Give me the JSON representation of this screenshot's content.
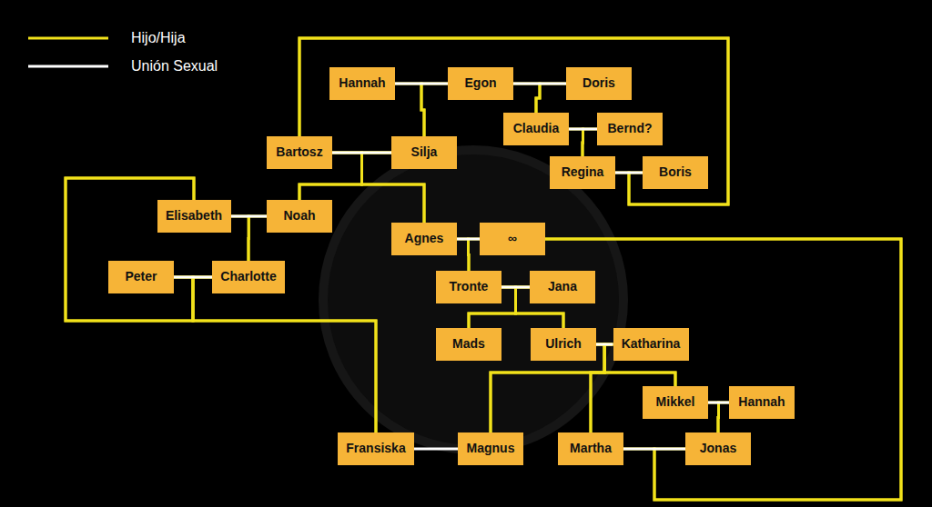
{
  "diagram": {
    "nodes": [
      {
        "text": [
          "Hannah"
        ]
      },
      {
        "text": [
          "Egon"
        ]
      },
      {
        "text": [
          "Doris"
        ]
      },
      {
        "text": [
          "Claudia"
        ]
      },
      {
        "text": [
          "Bernd?"
        ]
      },
      {
        "text": [
          "Bartosz"
        ]
      },
      {
        "text": [
          "Silja"
        ]
      },
      {
        "text": [
          "Regina"
        ]
      },
      {
        "text": [
          "Boris"
        ]
      },
      {
        "text": [
          "Elisabeth"
        ]
      },
      {
        "text": [
          "Noah"
        ]
      },
      {
        "text": [
          "Agnes"
        ]
      },
      {
        "text": [
          "∞"
        ]
      },
      {
        "text": [
          "Peter"
        ]
      },
      {
        "text": [
          "Charlotte"
        ]
      },
      {
        "text": [
          "Tronte"
        ]
      },
      {
        "text": [
          "Jana"
        ]
      },
      {
        "text": [
          "Mads"
        ]
      },
      {
        "text": [
          "Ulrich"
        ]
      },
      {
        "text": [
          "Katharina"
        ]
      },
      {
        "text": [
          "Mikkel"
        ]
      },
      {
        "text": [
          "Hannah"
        ]
      },
      {
        "text": [
          "Fransiska"
        ]
      },
      {
        "text": [
          "Magnus"
        ]
      },
      {
        "text": [
          "Martha"
        ]
      },
      {
        "text": [
          "Jonas"
        ]
      }
    ],
    "edges": [
      {
        "from": 0,
        "to": 1,
        "arrow": "none"
      },
      {
        "from": 1,
        "to": 2,
        "arrow": "none"
      },
      {
        "from": 3,
        "to": 4,
        "arrow": "none"
      },
      {
        "from": 5,
        "to": 6,
        "arrow": "none"
      },
      {
        "from": 7,
        "to": 8,
        "arrow": "none"
      },
      {
        "from": 9,
        "to": 10,
        "arrow": "none"
      },
      {
        "from": 11,
        "to": 12,
        "arrow": "none"
      },
      {
        "from": 13,
        "to": 14,
        "arrow": "none"
      },
      {
        "from": 15,
        "to": 16,
        "arrow": "none"
      },
      {
        "from": 18,
        "to": 19,
        "arrow": "none"
      },
      {
        "from": 20,
        "to": 21,
        "arrow": "none"
      },
      {
        "from": 22,
        "to": 23,
        "arrow": "none"
      },
      {
        "from": 24,
        "to": 25,
        "arrow": "none"
      },
      {
        "from": 0,
        "to": 6,
        "arrow": "none"
      },
      {
        "from": 1,
        "to": 6,
        "arrow": "none"
      },
      {
        "from": 1,
        "to": 3,
        "arrow": "none"
      },
      {
        "from": 2,
        "to": 3,
        "arrow": "none"
      },
      {
        "from": 3,
        "to": 7,
        "arrow": "none"
      },
      {
        "from": 4,
        "to": 7,
        "arrow": "none"
      },
      {
        "from": 7,
        "to": 5,
        "arrow": "none"
      },
      {
        "from": 8,
        "to": 5,
        "arrow": "none"
      },
      {
        "from": 5,
        "to": 10,
        "arrow": "none"
      },
      {
        "from": 6,
        "to": 10,
        "arrow": "none"
      },
      {
        "from": 5,
        "to": 11,
        "arrow": "none"
      },
      {
        "from": 6,
        "to": 11,
        "arrow": "none"
      },
      {
        "from": 9,
        "to": 14,
        "arrow": "none"
      },
      {
        "from": 10,
        "to": 14,
        "arrow": "none"
      },
      {
        "from": 13,
        "to": 9,
        "arrow": "none"
      },
      {
        "from": 14,
        "to": 9,
        "arrow": "none"
      },
      {
        "from": 13,
        "to": 22,
        "arrow": "none"
      },
      {
        "from": 14,
        "to": 22,
        "arrow": "none"
      },
      {
        "from": 11,
        "to": 15,
        "arrow": "none"
      },
      {
        "from": 12,
        "to": 15,
        "arrow": "none"
      },
      {
        "from": 24,
        "to": 12,
        "arrow": "none"
      },
      {
        "from": 25,
        "to": 12,
        "arrow": "none"
      },
      {
        "from": 15,
        "to": 17,
        "arrow": "none"
      },
      {
        "from": 16,
        "to": 17,
        "arrow": "none"
      },
      {
        "from": 15,
        "to": 18,
        "arrow": "none"
      },
      {
        "from": 16,
        "to": 18,
        "arrow": "none"
      },
      {
        "from": 18,
        "to": 23,
        "arrow": "none"
      },
      {
        "from": 19,
        "to": 23,
        "arrow": "none"
      },
      {
        "from": 18,
        "to": 24,
        "arrow": "none"
      },
      {
        "from": 19,
        "to": 24,
        "arrow": "none"
      },
      {
        "from": 18,
        "to": 20,
        "arrow": "none"
      },
      {
        "from": 19,
        "to": 20,
        "arrow": "none"
      },
      {
        "from": 20,
        "to": 25,
        "arrow": "none"
      },
      {
        "from": 21,
        "to": 25,
        "arrow": "none"
      }
    ],
    "legend": [
      {
        "text": "Hijo/Hija"
      },
      {
        "text": "Unión Sexual"
      }
    ]
  }
}
